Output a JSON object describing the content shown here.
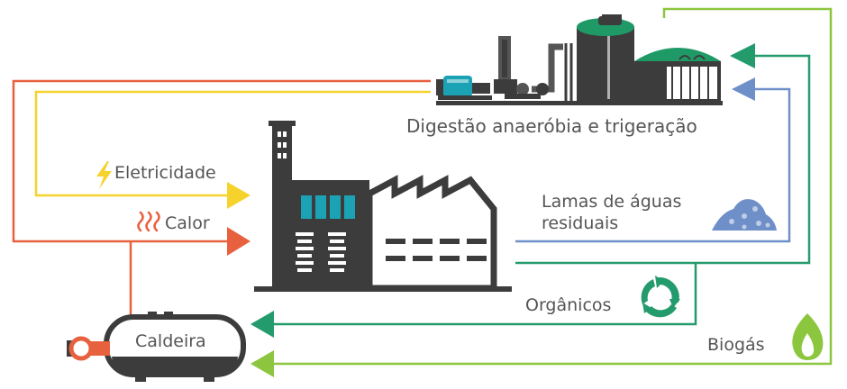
{
  "labels": {
    "digestao": "Digestão anaeróbia e trigeração",
    "eletricidade": "Eletricidade",
    "calor": "Calor",
    "lamas_line1": "Lamas de águas",
    "lamas_line2": "residuais",
    "organicos": "Orgânicos",
    "biogas": "Biogás",
    "caldeira": "Caldeira"
  },
  "colors": {
    "eletricidade": "#F6D22C",
    "calor": "#E8613F",
    "lamas": "#6F8FC9",
    "organicos": "#239B6C",
    "biogas": "#8CC63F",
    "equipment": "#3C3C3C",
    "teal": "#1BA3B5",
    "digester_green": "#1F9A67"
  },
  "icons": {
    "eletricidade": "lightning-bolt-icon",
    "calor": "heat-waves-icon",
    "lamas": "sludge-pile-icon",
    "organicos": "recycle-icon",
    "biogas": "flame-icon"
  }
}
